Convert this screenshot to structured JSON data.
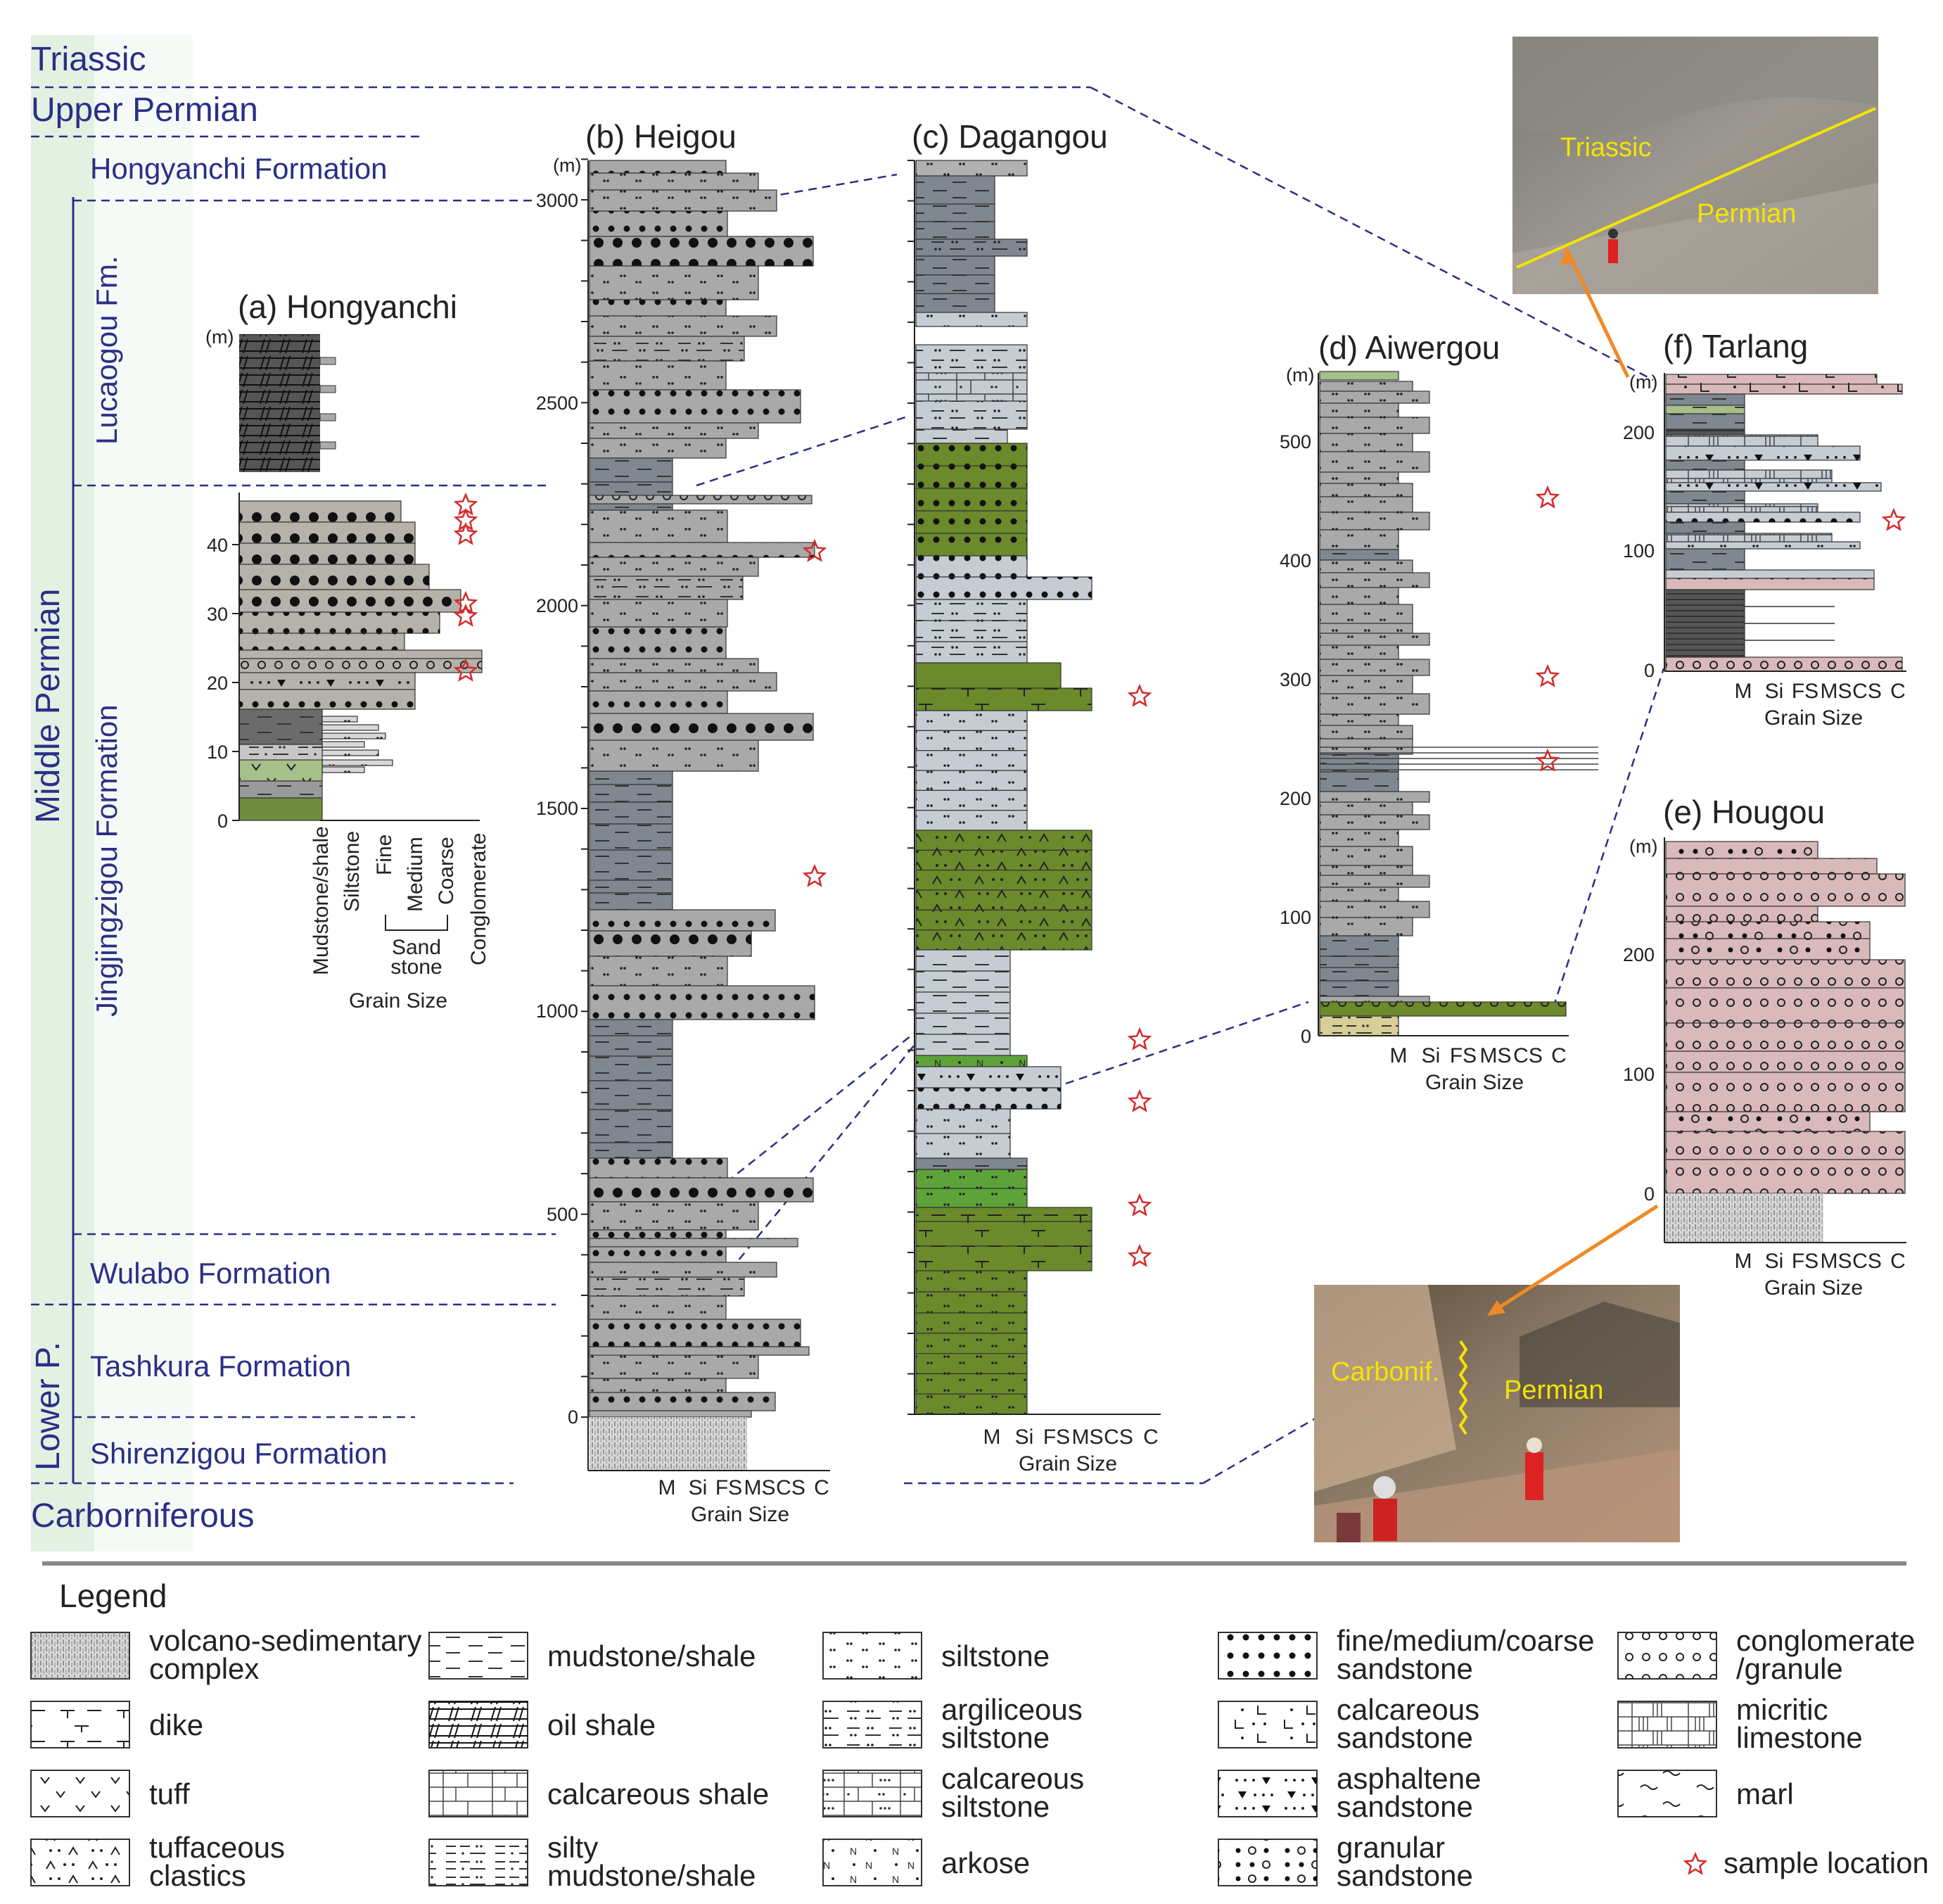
{
  "periods": {
    "triassic": "Triassic",
    "upper_permian": "Upper Permian",
    "middle_permian": "Middle Permian",
    "lower_permian": "Lower P.",
    "carboniferous": "Carborniferous"
  },
  "formations": {
    "hongyanchi": "Hongyanchi Formation",
    "lucaogou": "Lucaogou Fm.",
    "jingjingzigou": "Jingjingzigou Formation",
    "wulabo": "Wulabo Formation",
    "tashkura": "Tashkura Formation",
    "shirenzigou": "Shirenzigou Formation"
  },
  "sections": {
    "a": {
      "title": "(a) Hongyanchi",
      "unit": "(m)",
      "ticks": [
        "0",
        "10",
        "20",
        "30",
        "40"
      ]
    },
    "b": {
      "title": "(b) Heigou",
      "unit": "(m)",
      "ticks": [
        "0",
        "500",
        "1000",
        "1500",
        "2000",
        "2500",
        "3000"
      ]
    },
    "c": {
      "title": "(c) Dagangou"
    },
    "d": {
      "title": "(d) Aiwergou",
      "unit": "(m)",
      "ticks": [
        "0",
        "100",
        "200",
        "300",
        "400",
        "500"
      ]
    },
    "e": {
      "title": "(e) Hougou",
      "unit": "(m)",
      "ticks": [
        "0",
        "100",
        "200"
      ]
    },
    "f": {
      "title": "(f) Tarlang",
      "unit": "(m)",
      "ticks": [
        "0",
        "100",
        "200"
      ]
    }
  },
  "grain_size": {
    "label": "Grain Size",
    "short": [
      "M",
      "Si",
      "FS",
      "MS",
      "CS",
      "C"
    ],
    "long": [
      "Mudstone/shale",
      "Siltstone",
      "Fine",
      "Medium",
      "Coarse",
      "Conglomerate"
    ],
    "sand_a": "Sand",
    "sand_b": "stone"
  },
  "photos": {
    "top": {
      "label_1": "Triassic",
      "label_2": "Permian"
    },
    "bottom": {
      "label_1": "Carbonif.",
      "label_2": "Permian"
    }
  },
  "legend": {
    "title": "Legend",
    "items": [
      {
        "l1": "volcano-sedimentary",
        "l2": "complex"
      },
      {
        "l1": "dike",
        "l2": ""
      },
      {
        "l1": "tuff",
        "l2": ""
      },
      {
        "l1": "tuffaceous",
        "l2": "clastics"
      },
      {
        "l1": "mudstone/shale",
        "l2": ""
      },
      {
        "l1": "oil shale",
        "l2": ""
      },
      {
        "l1": "calcareous shale",
        "l2": ""
      },
      {
        "l1": "silty",
        "l2": "mudstone/shale"
      },
      {
        "l1": "siltstone",
        "l2": ""
      },
      {
        "l1": "argiliceous",
        "l2": "siltstone"
      },
      {
        "l1": "calcareous",
        "l2": "siltstone"
      },
      {
        "l1": "arkose",
        "l2": ""
      },
      {
        "l1": "fine/medium/coarse",
        "l2": "sandstone"
      },
      {
        "l1": "calcareous",
        "l2": "sandstone"
      },
      {
        "l1": "asphaltene",
        "l2": "sandstone"
      },
      {
        "l1": "granular",
        "l2": "sandstone"
      },
      {
        "l1": "conglomerate",
        "l2": "/granule"
      },
      {
        "l1": "micritic",
        "l2": "limestone"
      },
      {
        "l1": "marl",
        "l2": ""
      },
      {
        "l1": "sample location",
        "l2": ""
      }
    ]
  },
  "colors": {
    "period_text": "#2a2f86",
    "timeline_band": "#e3f1e3",
    "grey": "#a9a9a9",
    "dark_grey": "#7f8790",
    "light_blue_grey": "#c5ccd3",
    "green": "#6a8a2b",
    "bright_green": "#5ea33a",
    "pink": "#d9b9b9",
    "tan": "#d8cf98",
    "star": "#d42a2a",
    "arrow": "#ee8a25"
  }
}
